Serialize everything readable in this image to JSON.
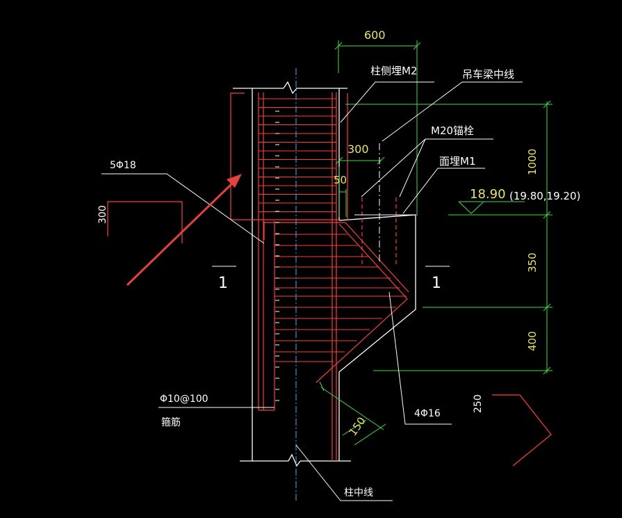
{
  "drawing": {
    "dims": {
      "top_width": "600",
      "mid_width": "300",
      "small_50": "50",
      "height_1000": "1000",
      "height_350": "350",
      "height_400": "400",
      "left_300": "300",
      "bottom_150": "150",
      "hook_250": "250"
    },
    "labels": {
      "col_embed": "柱侧埋M2",
      "crane_center": "吊车梁中线",
      "anchor": "M20锚栓",
      "top_embed": "面埋M1",
      "rebar_5": "5Φ18",
      "stirrup_spec": "Φ10@100",
      "stirrup": "箍筋",
      "rebar_4": "4Φ16",
      "col_center": "柱中线",
      "section_left": "1",
      "section_right": "1"
    },
    "elevation": {
      "main": "18.90",
      "alt": "(19.80,19.20)"
    }
  },
  "colors": {
    "background": "#000000",
    "rebar": "#ff3b3b",
    "dimension": "#3adf3a",
    "text_yellow": "#e8e85a",
    "leader": "#ffffff",
    "centerline": "#36b7e0",
    "arrow": "#e8403a"
  }
}
